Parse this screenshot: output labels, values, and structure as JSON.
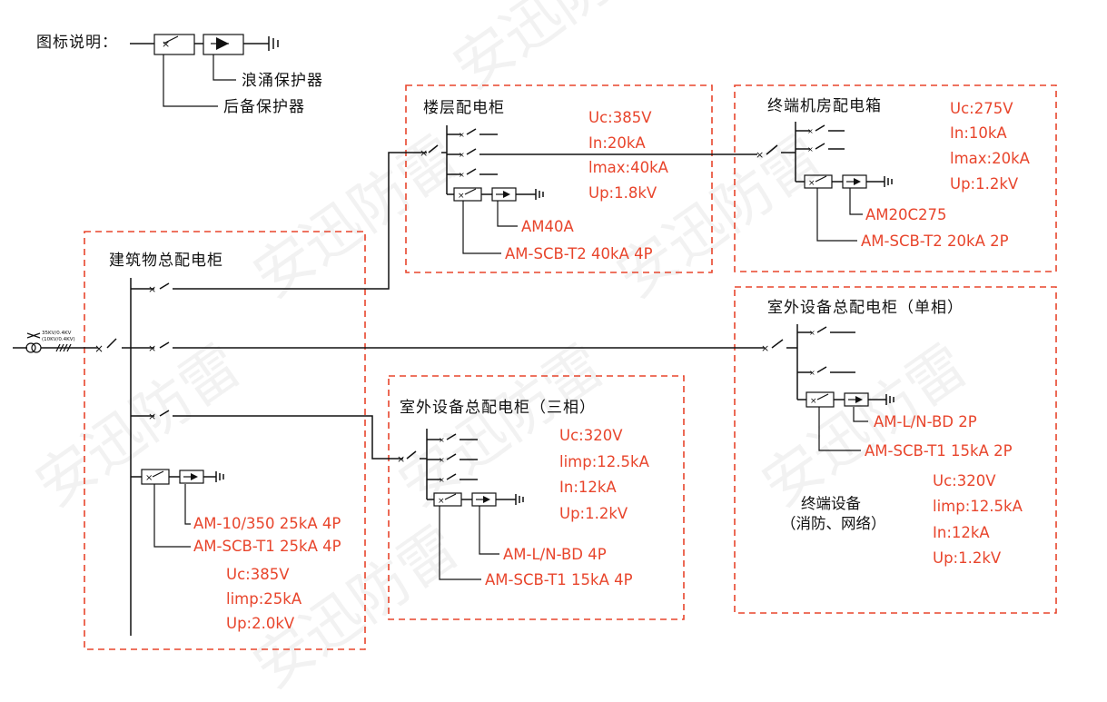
{
  "legend": {
    "label": "图标说明：",
    "spd": "浪涌保护器",
    "backup": "后备保护器"
  },
  "watermark": "安迅防雷",
  "main": {
    "title": "建筑物总配电柜",
    "spd": "AM-10/350  25kA  4P",
    "backup": "AM-SCB-T1  25kA  4P",
    "params": [
      "Uc:385V",
      "limp:25kA",
      "Up:2.0kV"
    ]
  },
  "floor": {
    "title": "楼层配电柜",
    "spd": "AM40A",
    "backup": "AM-SCB-T2  40kA  4P",
    "params": [
      "Uc:385V",
      "In:20kA",
      "lmax:40kA",
      "Up:1.8kV"
    ]
  },
  "terminal_room": {
    "title": "终端机房配电箱",
    "spd": "AM20C275",
    "backup": "AM-SCB-T2  20kA  2P",
    "params": [
      "Uc:275V",
      "In:10kA",
      "lmax:20kA",
      "Up:1.2kV"
    ]
  },
  "outdoor_three": {
    "title": "室外设备总配电柜（三相）",
    "spd": "AM-L/N-BD  4P",
    "backup": "AM-SCB-T1  15kA  4P",
    "params": [
      "Uc:320V",
      "limp:12.5kA",
      "In:12kA",
      "Up:1.2kV"
    ]
  },
  "outdoor_single": {
    "title": "室外设备总配电柜（单相）",
    "spd": "AM-L/N-BD   2P",
    "backup": "AM-SCB-T1  15kA  2P",
    "params": [
      "Uc:320V",
      "limp:12.5kA",
      "In:12kA",
      "Up:1.2kV"
    ],
    "device_line1": "终端设备",
    "device_line2": "（消防、网络）"
  },
  "source": {
    "line1": "35KV/0.4KV",
    "line2": "(10KV/0.4KV)"
  },
  "colors": {
    "accent": "#e8452c",
    "line": "#111111"
  }
}
